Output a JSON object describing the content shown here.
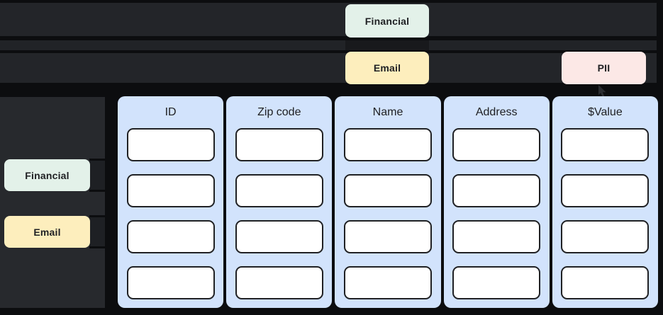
{
  "colors": {
    "background": "#0c0d0f",
    "bar_gray": "#232529",
    "sidebar_gray": "#27292d",
    "tag_financial": "#e3f1e9",
    "tag_email": "#fdeebd",
    "tag_pii": "#fce8e6",
    "column_blue": "#d2e3fc",
    "cell_white": "#ffffff",
    "text_dark": "#202124"
  },
  "top_rows": {
    "row1_tag": "Financial",
    "row2_tag_left": "Email",
    "row2_tag_right": "PII"
  },
  "sidebar": {
    "tags": [
      {
        "label": "Financial"
      },
      {
        "label": "Email"
      }
    ]
  },
  "table": {
    "columns": [
      {
        "header": "ID",
        "cells": [
          "",
          "",
          "",
          ""
        ]
      },
      {
        "header": "Zip code",
        "cells": [
          "",
          "",
          "",
          ""
        ]
      },
      {
        "header": "Name",
        "cells": [
          "",
          "",
          "",
          ""
        ]
      },
      {
        "header": "Address",
        "cells": [
          "",
          "",
          "",
          ""
        ]
      },
      {
        "header": "$Value",
        "cells": [
          "",
          "",
          "",
          ""
        ]
      }
    ],
    "rows_per_column": 4
  }
}
